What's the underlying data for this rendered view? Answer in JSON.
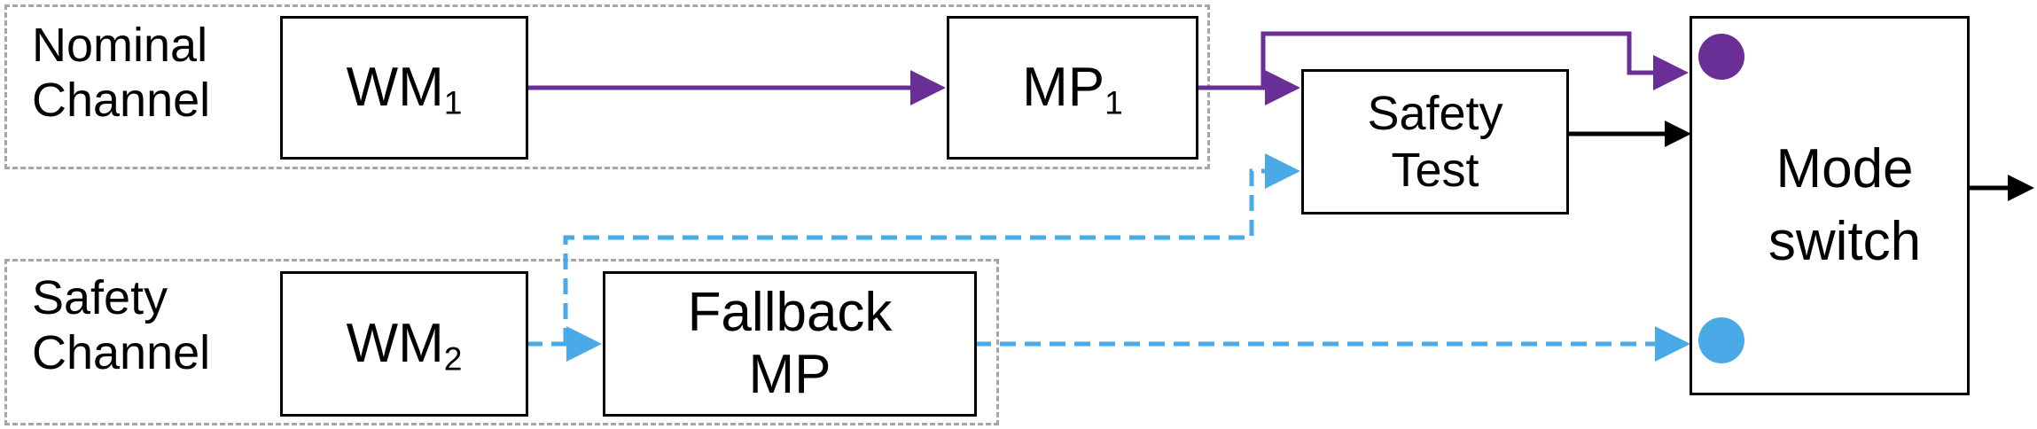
{
  "nominal_channel": {
    "label_line1": "Nominal",
    "label_line2": "Channel"
  },
  "safety_channel": {
    "label_line1": "Safety",
    "label_line2": "Channel"
  },
  "blocks": {
    "wm1": {
      "base": "WM",
      "sub": "1"
    },
    "mp1": {
      "base": "MP",
      "sub": "1"
    },
    "wm2": {
      "base": "WM",
      "sub": "2"
    },
    "fallback": {
      "line1": "Fallback",
      "line2": "MP"
    },
    "safety_test": {
      "line1": "Safety",
      "line2": "Test"
    },
    "mode_switch": {
      "line1": "Mode",
      "line2": "switch"
    }
  },
  "colors": {
    "nominal_path": "#6a2f96",
    "safety_path": "#4aaae8",
    "control": "#000000",
    "group_border": "#a6a6a6"
  }
}
